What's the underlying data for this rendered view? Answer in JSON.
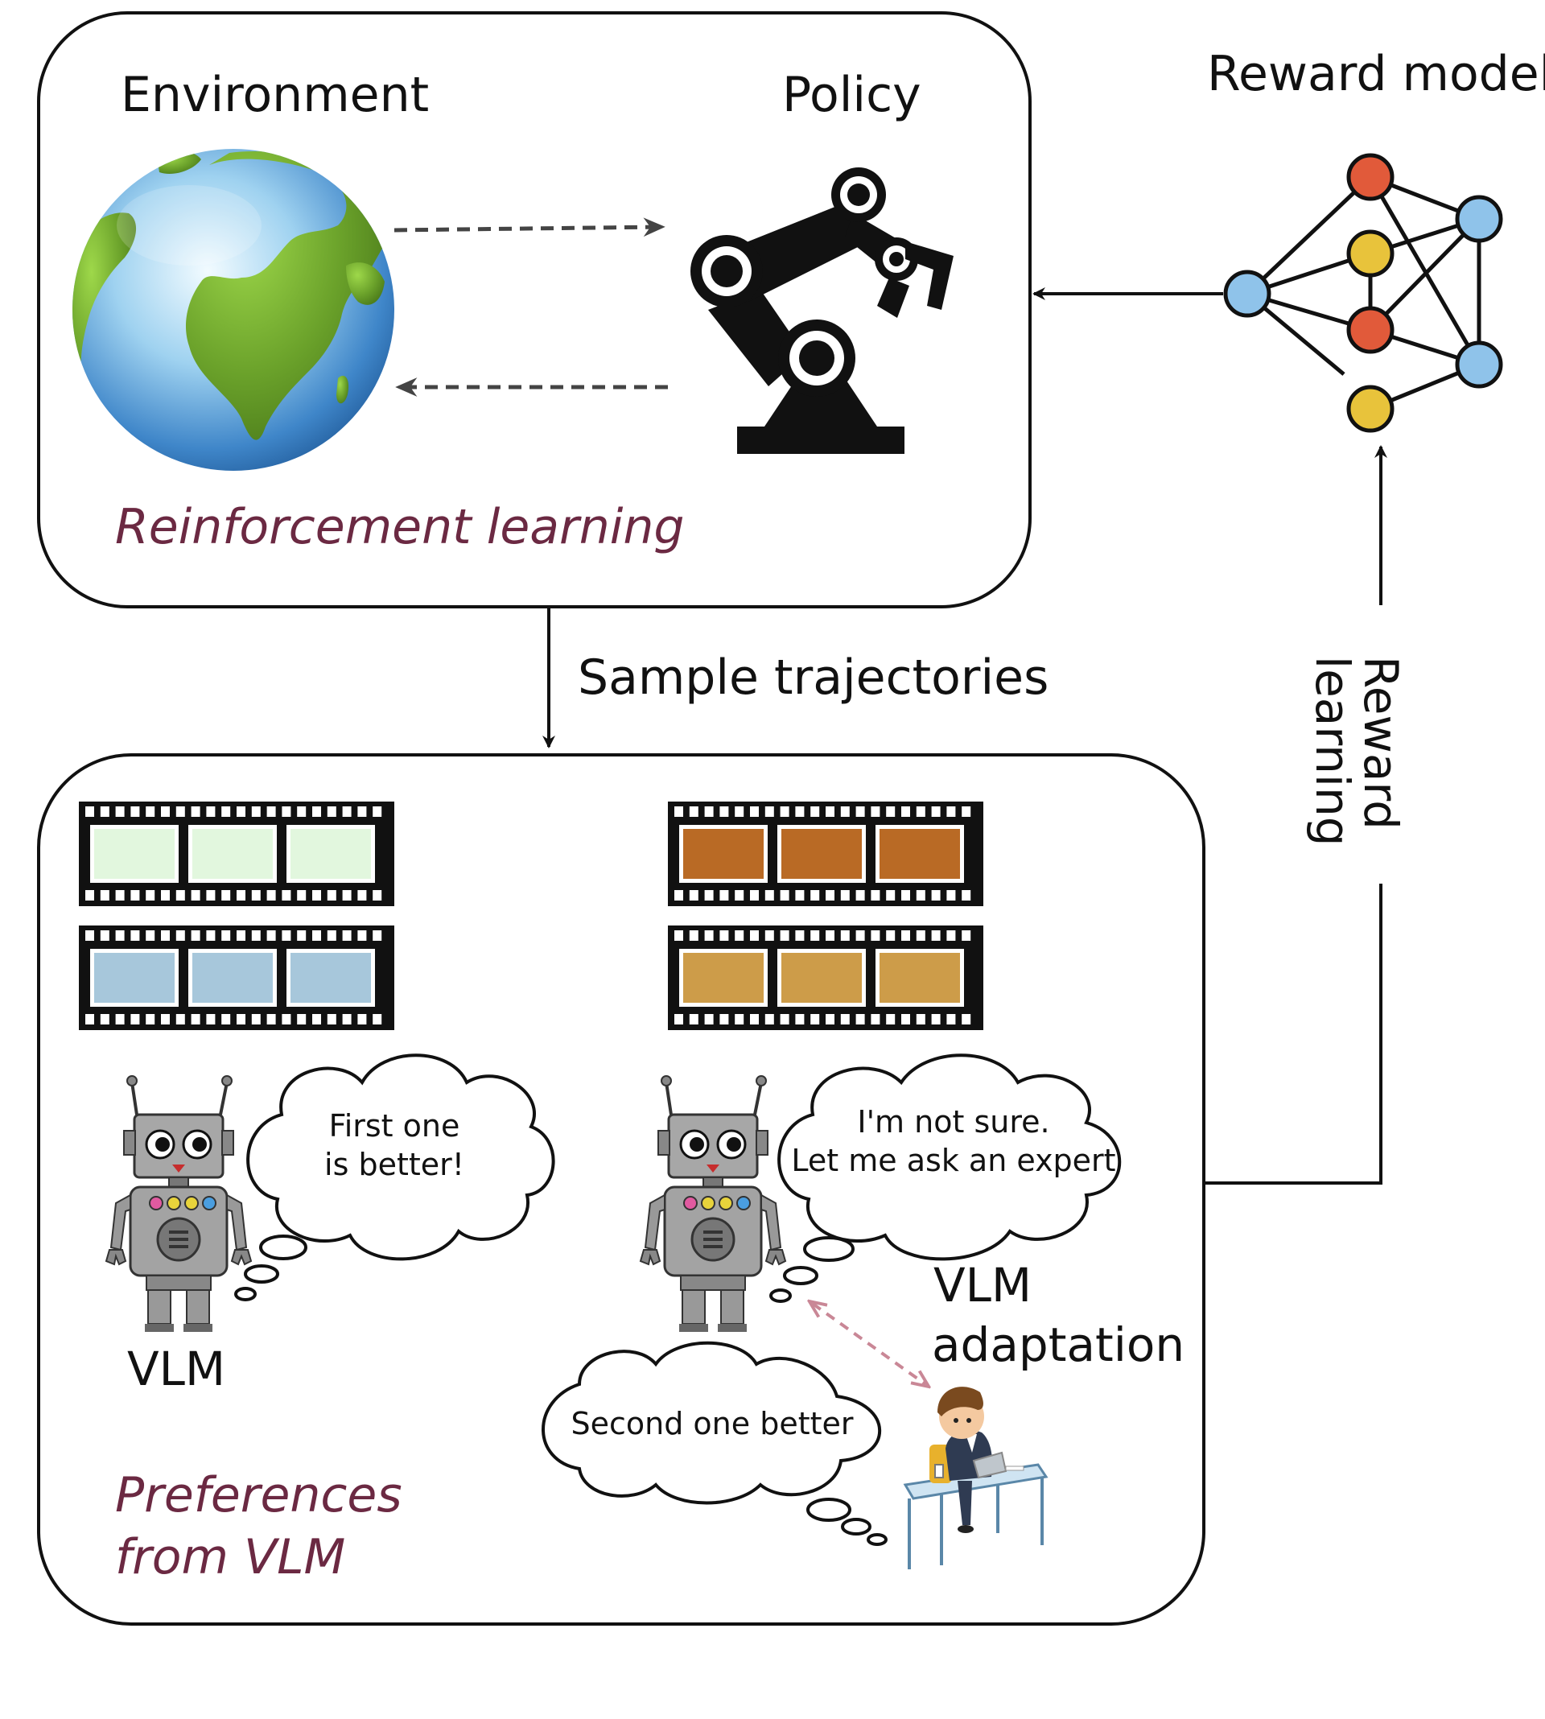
{
  "environment_label": "Environment",
  "policy_label": "Policy",
  "reward_model_label": "Reward model",
  "rl_label": "Reinforcement learning",
  "sample_label": "Sample trajectories",
  "reward_learning_label_1": "Reward",
  "reward_learning_label_2": "learning",
  "prefs_label_1": "Preferences",
  "prefs_label_2": "from VLM",
  "vlm_label": "VLM",
  "vlm_adapt_label_1": "VLM",
  "vlm_adapt_label_2": "adaptation",
  "thought_left_1": "First one",
  "thought_left_2": "is better!",
  "thought_right_1": "I'm not sure.",
  "thought_right_2": "Let me ask an expert",
  "thought_human": "Second one better",
  "colors": {
    "ink": "#111111",
    "italic_label": "#6b2942",
    "film_green": "#e2f7de",
    "film_blue": "#a7c7db",
    "film_dark_orange": "#b96a25",
    "film_light_orange": "#cd9c49",
    "node_red": "#e15a3a",
    "node_yellow": "#e8c33b",
    "node_blue": "#8fc3ea",
    "dashed_pink": "#c98796"
  },
  "icons": [
    "globe-icon",
    "robot-arm-icon",
    "neural-network-icon",
    "film-strip-icon",
    "vlm-robot-icon",
    "human-expert-icon"
  ]
}
